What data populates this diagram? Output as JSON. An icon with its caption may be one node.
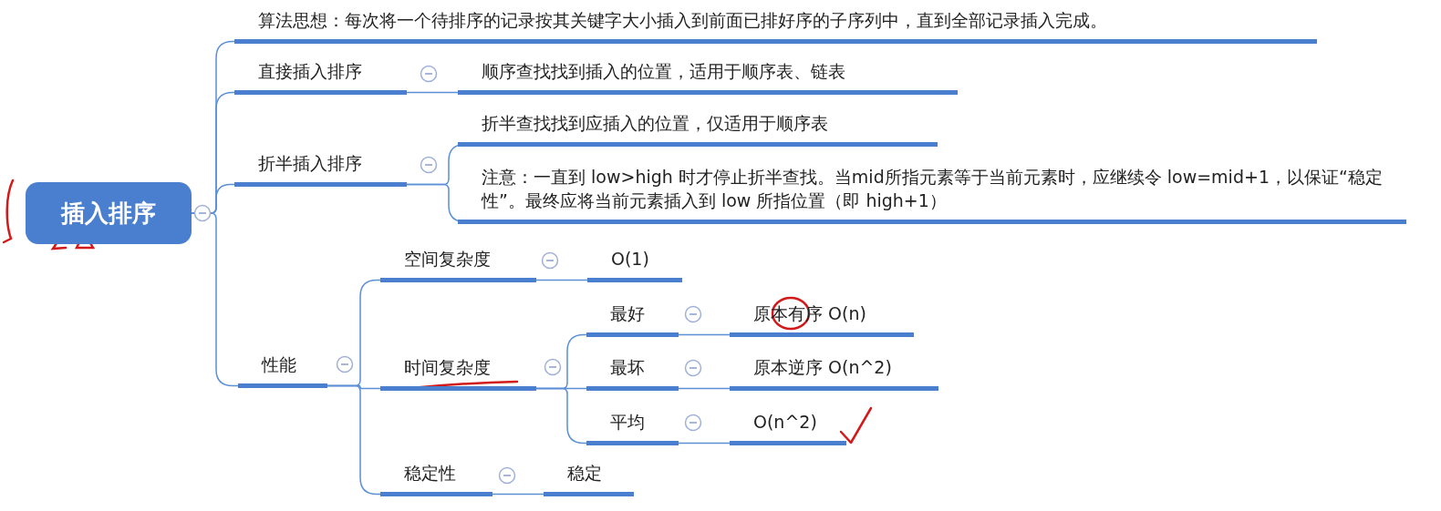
{
  "diagram": {
    "nodes": [
      {
        "text": [
          "插入排序"
        ]
      },
      {
        "text": [
          "算法思想：每次将一个待排序的记录按其关键字大小插入到前面已排好序的子序列中，直到全部记录插入完成。"
        ]
      },
      {
        "text": [
          "直接插入排序"
        ]
      },
      {
        "text": [
          "顺序查找找到插入的位置，适用于顺序表、链表"
        ]
      },
      {
        "text": [
          "折半插入排序"
        ]
      },
      {
        "text": [
          "折半查找找到应插入的位置，仅适用于顺序表"
        ]
      },
      {
        "text": [
          "注意：一直到 low>high 时才停止折半查找。当mid所指元素等于当前元素时，应继续令 low=mid+1，以保证“稳定性”。最终应将当前元素插入到 low 所指位置（即 high+1）"
        ]
      },
      {
        "text": [
          "性能"
        ]
      },
      {
        "text": [
          "空间复杂度"
        ]
      },
      {
        "text": [
          "O(1)"
        ]
      },
      {
        "text": [
          "时间复杂度"
        ]
      },
      {
        "text": [
          "最好"
        ]
      },
      {
        "text": [
          "原本有序 O(n)"
        ]
      },
      {
        "text": [
          "最坏"
        ]
      },
      {
        "text": [
          "原本逆序 O(n^2)"
        ]
      },
      {
        "text": [
          "平均"
        ]
      },
      {
        "text": [
          "O(n^2)"
        ]
      },
      {
        "text": [
          "稳定性"
        ]
      },
      {
        "text": [
          "稳定"
        ]
      }
    ],
    "edges": [
      {
        "from": 0,
        "to": 1,
        "arrow": "none"
      },
      {
        "from": 0,
        "to": 2,
        "arrow": "none"
      },
      {
        "from": 2,
        "to": 3,
        "arrow": "none"
      },
      {
        "from": 0,
        "to": 4,
        "arrow": "none"
      },
      {
        "from": 4,
        "to": 5,
        "arrow": "none"
      },
      {
        "from": 4,
        "to": 6,
        "arrow": "none"
      },
      {
        "from": 0,
        "to": 7,
        "arrow": "none"
      },
      {
        "from": 7,
        "to": 8,
        "arrow": "none"
      },
      {
        "from": 8,
        "to": 9,
        "arrow": "none"
      },
      {
        "from": 7,
        "to": 10,
        "arrow": "none"
      },
      {
        "from": 10,
        "to": 11,
        "arrow": "none"
      },
      {
        "from": 11,
        "to": 12,
        "arrow": "none"
      },
      {
        "from": 10,
        "to": 13,
        "arrow": "none"
      },
      {
        "from": 13,
        "to": 14,
        "arrow": "none"
      },
      {
        "from": 10,
        "to": 15,
        "arrow": "none"
      },
      {
        "from": 15,
        "to": 16,
        "arrow": "none"
      },
      {
        "from": 7,
        "to": 17,
        "arrow": "none"
      },
      {
        "from": 17,
        "to": 18,
        "arrow": "none"
      }
    ]
  }
}
